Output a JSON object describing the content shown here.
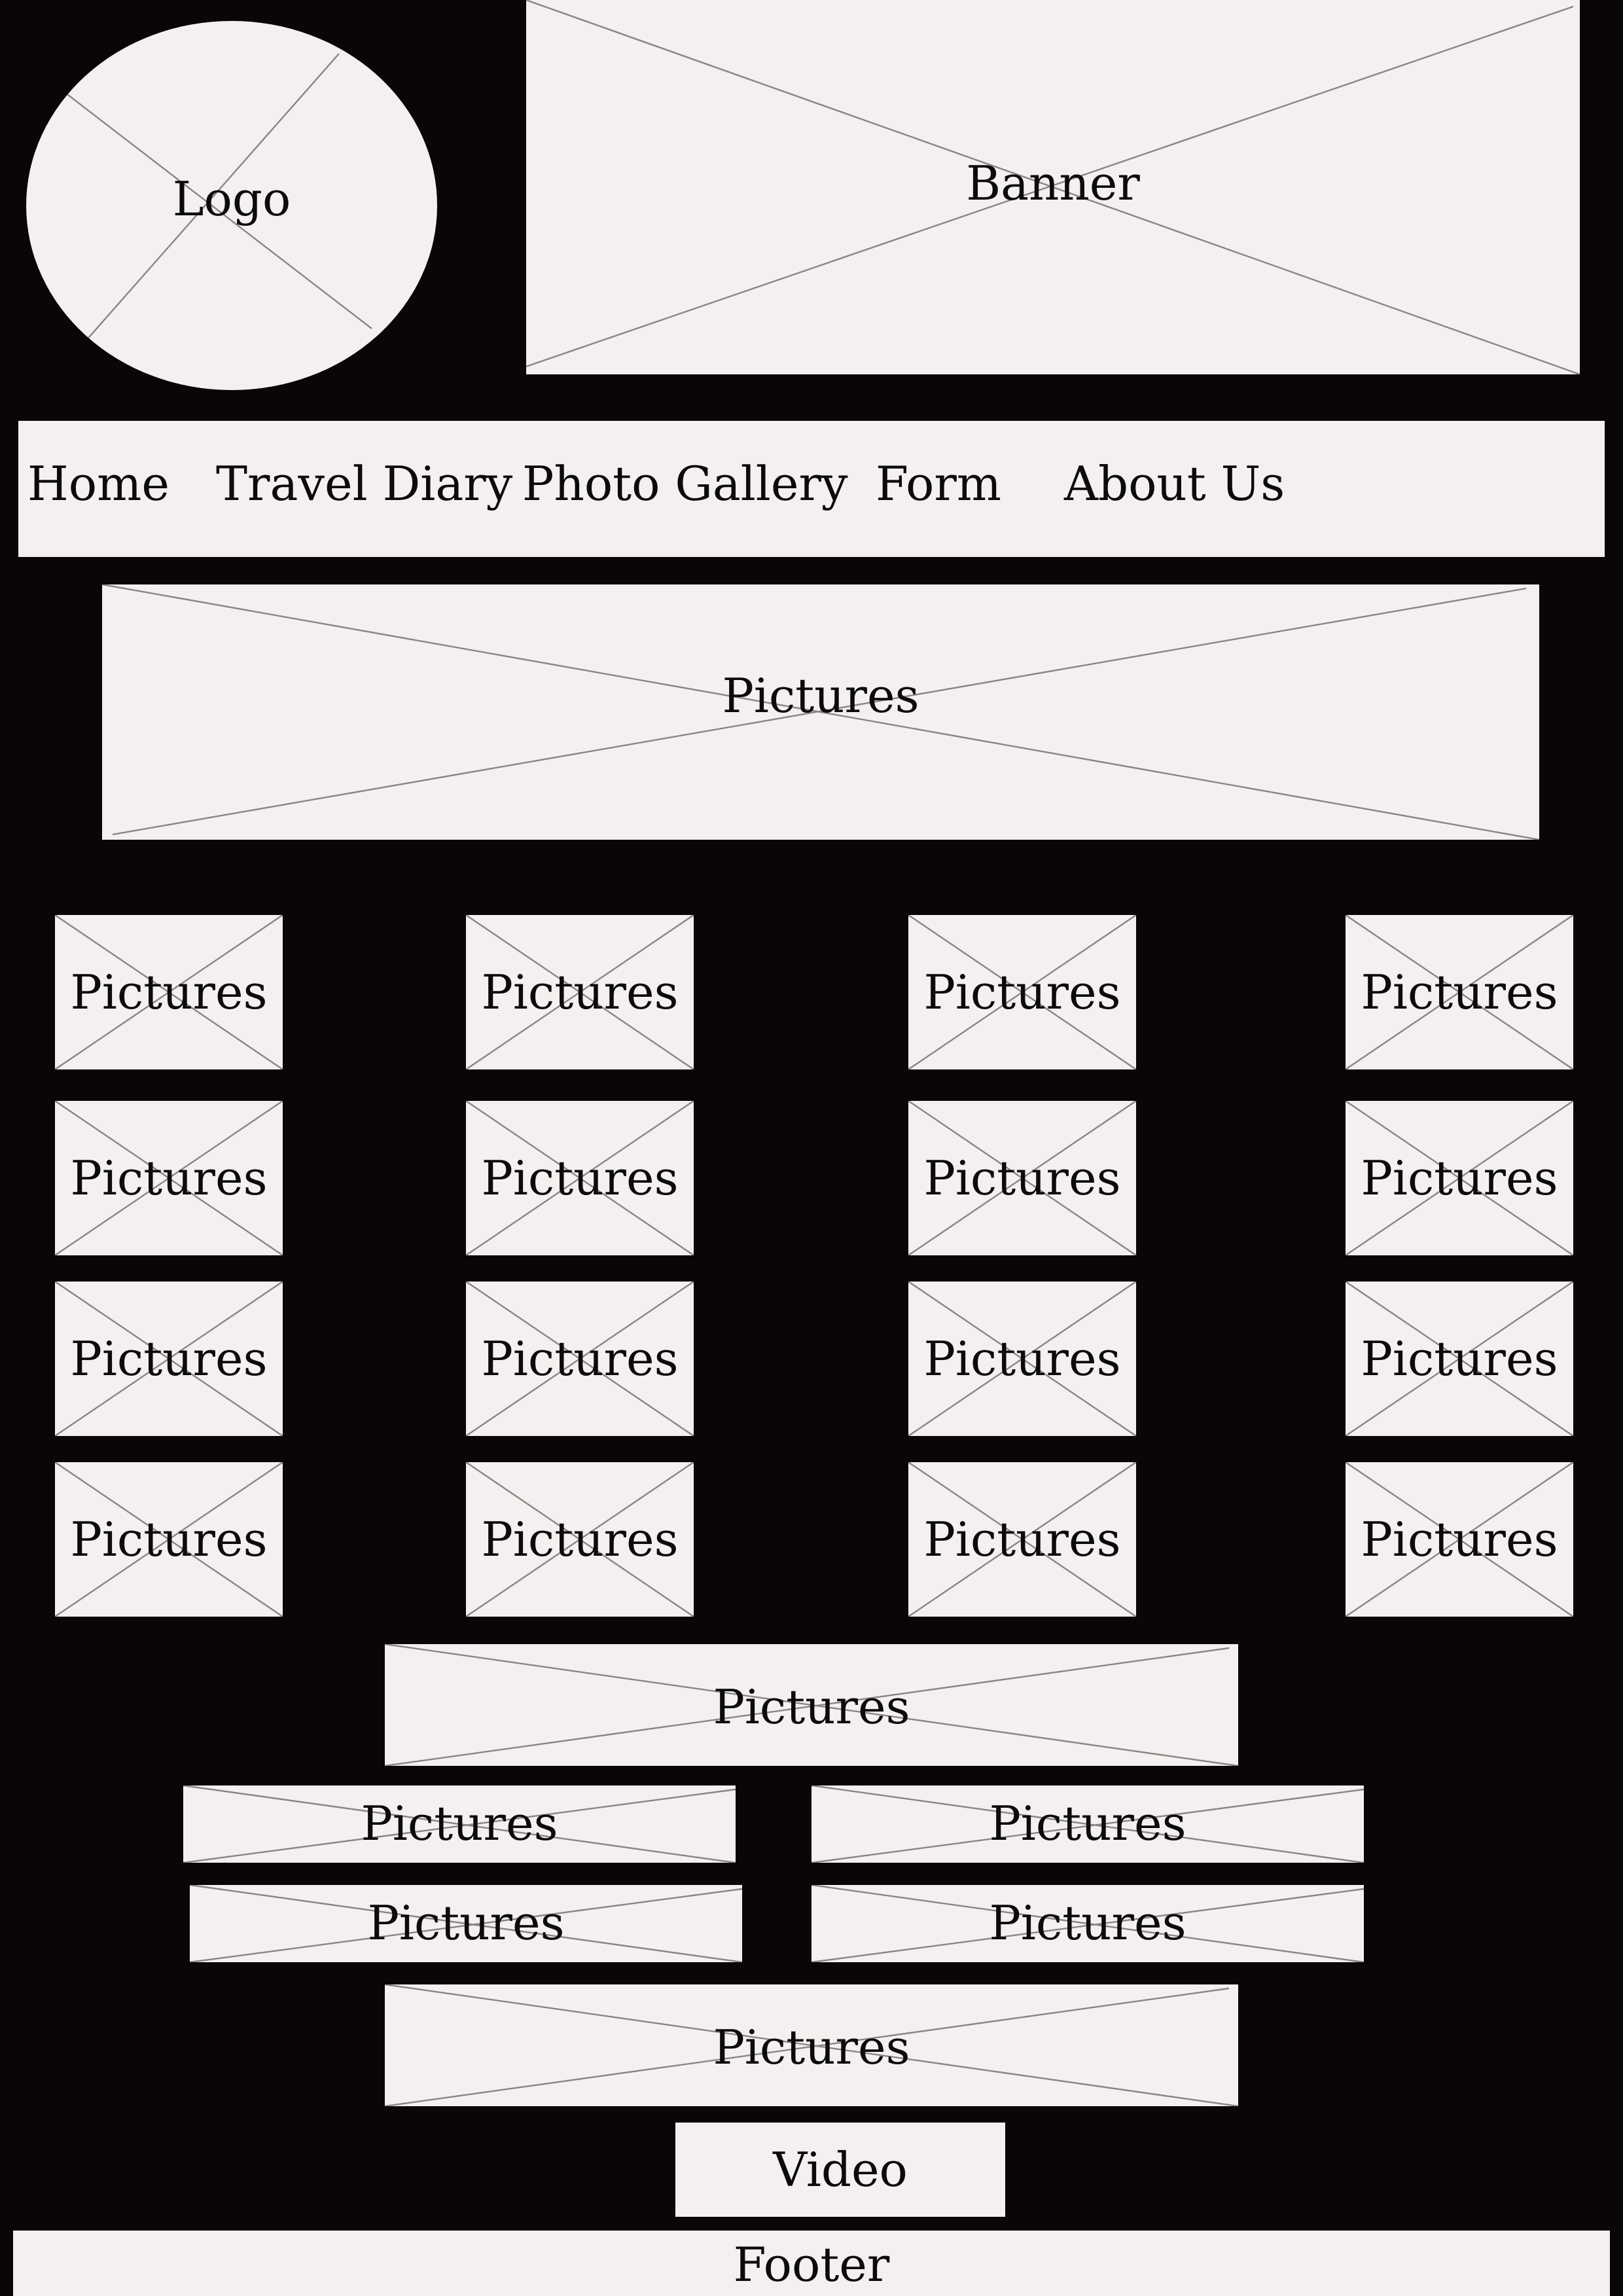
{
  "header": {
    "logo_label": "Logo",
    "banner_label": "Banner"
  },
  "nav": {
    "items": [
      {
        "label": "Home"
      },
      {
        "label": "Travel Diary"
      },
      {
        "label": "Photo Gallery"
      },
      {
        "label": "Form"
      },
      {
        "label": "About Us"
      }
    ]
  },
  "gallery": {
    "placeholder_label": "Pictures",
    "hero_label": "Pictures",
    "grid_rows": 4,
    "grid_cols": 4
  },
  "video_label": "Video",
  "footer_label": "Footer",
  "colors": {
    "background": "#0a0606",
    "placeholder": "#f4f0ef",
    "cross_line": "#8a8585",
    "text": "#0b0b0b"
  }
}
